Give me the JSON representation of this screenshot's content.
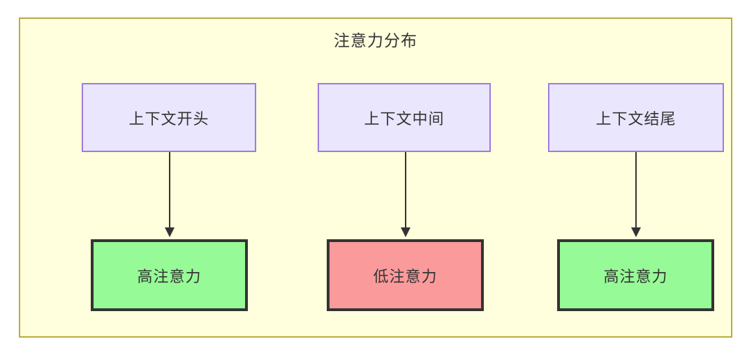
{
  "diagram": {
    "title": "注意力分布",
    "background_color": "#ffffdd",
    "border_color": "#b9ad3e",
    "columns": [
      {
        "source": {
          "label": "上下文开头",
          "fill": "#e9e6fd",
          "stroke": "#9f7ae0"
        },
        "result": {
          "label": "高注意力",
          "fill": "#96fa96",
          "stroke": "#333333",
          "state": "high"
        }
      },
      {
        "source": {
          "label": "上下文中间",
          "fill": "#e9e6fd",
          "stroke": "#9f7ae0"
        },
        "result": {
          "label": "低注意力",
          "fill": "#fa9a9a",
          "stroke": "#333333",
          "state": "low"
        }
      },
      {
        "source": {
          "label": "上下文结尾",
          "fill": "#e9e6fd",
          "stroke": "#9f7ae0"
        },
        "result": {
          "label": "高注意力",
          "fill": "#96fa96",
          "stroke": "#333333",
          "state": "high"
        }
      }
    ]
  }
}
